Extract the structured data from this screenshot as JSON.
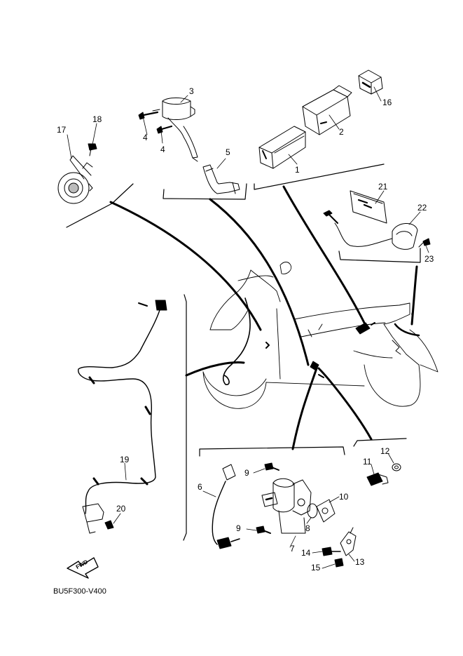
{
  "diagram": {
    "code": "BU5F300-V400",
    "fwd_label": "FWD",
    "callouts": {
      "p1": "1",
      "p2": "2",
      "p3": "3",
      "p4a": "4",
      "p4b": "4",
      "p5": "5",
      "p6": "6",
      "p7": "7",
      "p8": "8",
      "p9a": "9",
      "p9b": "9",
      "p10": "10",
      "p11": "11",
      "p12": "12",
      "p13": "13",
      "p14": "14",
      "p15": "15",
      "p16": "16",
      "p17": "17",
      "p18": "18",
      "p19": "19",
      "p20": "20",
      "p21": "21",
      "p22": "22",
      "p23": "23"
    }
  }
}
